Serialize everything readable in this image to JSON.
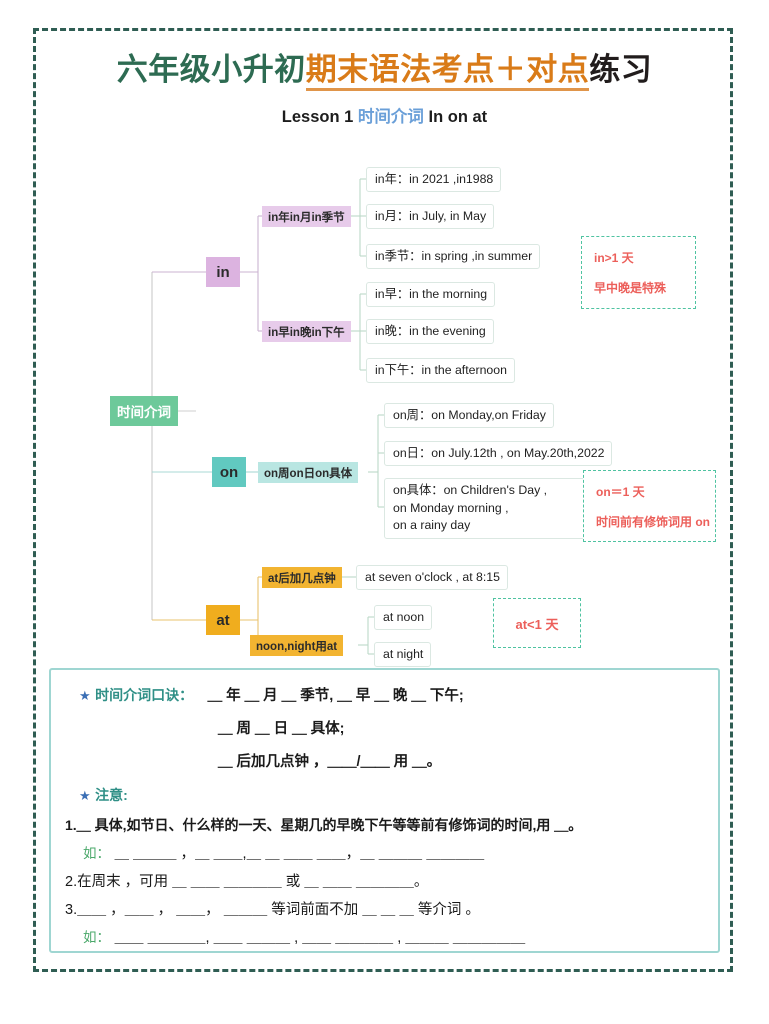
{
  "header": {
    "title_green": "六年级小升初",
    "title_orange": "期末语法考点＋对点",
    "title_dark": "练习",
    "subtitle_lesson": "Lesson 1",
    "subtitle_cn": "时间介词",
    "subtitle_en": "In on at"
  },
  "mindmap": {
    "root": "时间介词",
    "branches": [
      {
        "key": "in",
        "groups": [
          {
            "label": "in年in月in季节",
            "leaves": [
              "in年：in 2021 ,in1988",
              "in月：in July, in May",
              "in季节：in spring ,in summer"
            ]
          },
          {
            "label": "in早in晚in下午",
            "leaves": [
              "in早：in the morning",
              "in晚：in the evening",
              "in下午：in the afternoon"
            ]
          }
        ],
        "note": [
          "in>1 天",
          "早中晚是特殊"
        ]
      },
      {
        "key": "on",
        "groups": [
          {
            "label": "on周on日on具体",
            "leaves": [
              "on周：on Monday,on Friday",
              "on日：on July.12th , on May.20th,2022",
              "on具体：on Children's Day ,\non Monday morning ,\non a rainy day"
            ]
          }
        ],
        "note": [
          "on＝1 天",
          "时间前有修饰词用 on"
        ]
      },
      {
        "key": "at",
        "groups": [
          {
            "label": "at后加几点钟",
            "leaves": [
              "at seven o'clock , at 8:15"
            ]
          },
          {
            "label": "noon,night用at",
            "leaves": [
              "at noon",
              "at night"
            ]
          }
        ],
        "note": [
          "at<1 天"
        ]
      }
    ]
  },
  "exercise": {
    "formula_title": "时间介词口诀：",
    "formula_line1": "＿ 年 ＿ 月 ＿ 季节,  ＿ 早 ＿ 晚 ＿ 下午;",
    "formula_line2": "＿ 周 ＿ 日 ＿ 具体;",
    "formula_line3": "＿ 后加几点钟 ，＿＿/＿＿ 用 ＿。",
    "notice_title": "注意:",
    "item1": "1.＿ 具体,如节日、什么样的一天、星期几的早晚下午等等前有修饰词的时间,用 ＿。",
    "item1_eg_label": "如：",
    "item1_eg": "＿ ＿＿＿ ，＿ ＿＿,＿ ＿ ＿＿ ＿＿，＿ ＿＿＿ ＿＿＿＿",
    "item2": "2.在周末 ，可用 ＿ ＿＿ ＿＿＿＿ 或 ＿ ＿＿ ＿＿＿＿。",
    "item3": "3.＿＿ ，＿＿ ，  ＿＿，  ＿＿＿  等词前面不加 ＿ ＿ ＿  等介词  。",
    "item3_eg_label": "如：",
    "item3_eg": "＿＿ ＿＿＿＿,  ＿＿ ＿＿＿ ,  ＿＿ ＿＿＿＿ ,  ＿＿＿ ＿＿＿＿＿"
  },
  "colors": {
    "frame": "#2f5d53",
    "title_green": "#2d6b52",
    "title_orange": "#d97b18",
    "root": "#6dc99a",
    "in": "#dcb3e0",
    "on": "#61c9c0",
    "at": "#f0ad1e",
    "note_text": "#ec5f5a",
    "note_border": "#4fc3a1",
    "panel_border": "#9fd6d2"
  }
}
